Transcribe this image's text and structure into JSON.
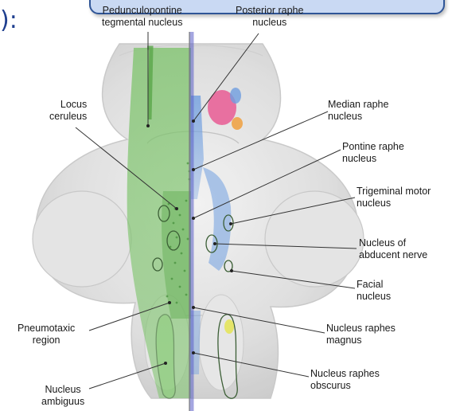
{
  "slide": {
    "title_fragment": "):"
  },
  "labels": {
    "pedunculopontine": [
      "Pedunculopontine",
      "tegmental nucleus"
    ],
    "posterior_raphe": [
      "Posterior raphe",
      "nucleus"
    ],
    "locus_ceruleus": [
      "Locus",
      "ceruleus"
    ],
    "median_raphe": [
      "Median raphe",
      "nucleus"
    ],
    "pontine_raphe": [
      "Pontine raphe",
      "nucleus"
    ],
    "trigeminal_motor": [
      "Trigeminal motor",
      "nucleus"
    ],
    "abducent": [
      "Nucleus of",
      "abducent nerve"
    ],
    "facial": [
      "Facial",
      "nucleus"
    ],
    "pneumotaxic": [
      "Pneumotaxic",
      "region"
    ],
    "raphes_magnus": [
      "Nucleus raphes",
      "magnus"
    ],
    "raphes_obscurus": [
      "Nucleus raphes",
      "obscurus"
    ],
    "ambiguus": [
      "Nucleus",
      "ambiguus"
    ]
  },
  "colors": {
    "cholinergic_green": "#7cc36a",
    "serotonergic_blue": "#6f9ee0",
    "midline_violet": "#5b5fc7",
    "posterior_pink": "#e8528f",
    "orange_patch": "#f0a040",
    "yellow_patch": "#e5e54a",
    "banner_fill": "#c9d9f3",
    "banner_border": "#2f5597"
  }
}
